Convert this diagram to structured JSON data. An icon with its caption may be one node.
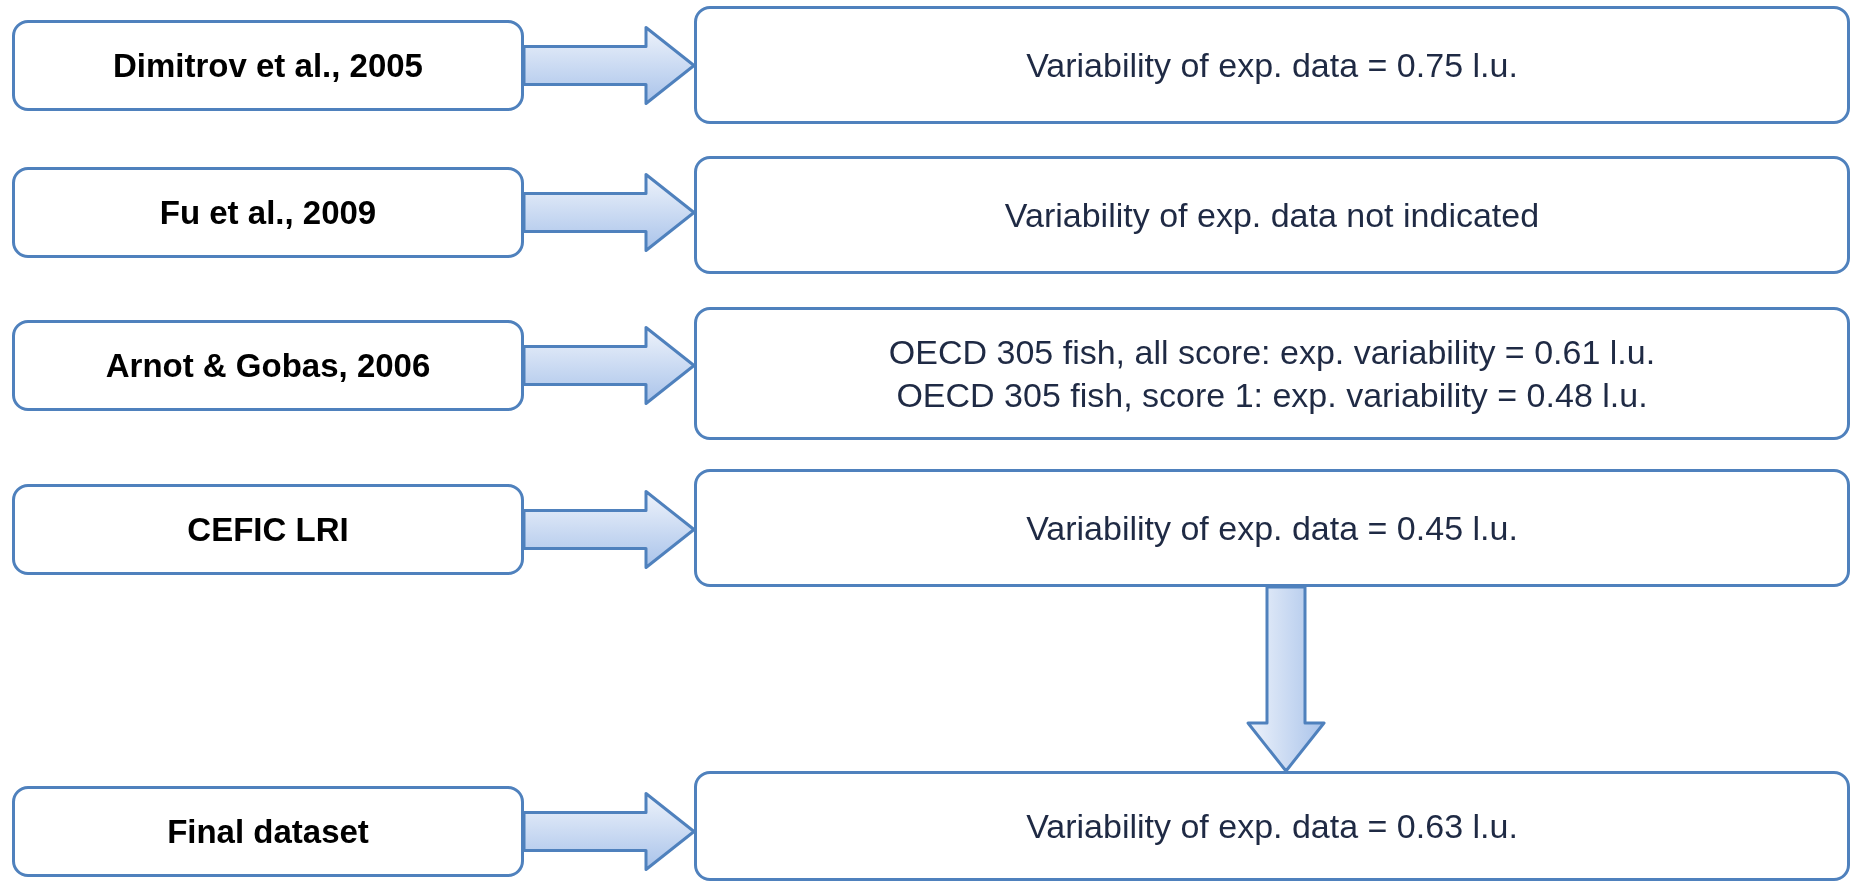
{
  "diagram": {
    "nodes": [
      {
        "text": [
          "Dimitrov et al., 2005"
        ]
      },
      {
        "text": [
          "Variability of exp. data = 0.75 l.u."
        ]
      },
      {
        "text": [
          "Fu et al., 2009"
        ]
      },
      {
        "text": [
          "Variability of exp. data not indicated"
        ]
      },
      {
        "text": [
          "Arnot & Gobas, 2006"
        ]
      },
      {
        "text": [
          "OECD 305 fish, all score: exp. variability = 0.61 l.u.",
          "OECD 305 fish, score 1: exp. variability = 0.48 l.u."
        ]
      },
      {
        "text": [
          "CEFIC LRI"
        ]
      },
      {
        "text": [
          "Variability of exp. data = 0.45 l.u."
        ]
      },
      {
        "text": [
          "Final dataset"
        ]
      },
      {
        "text": [
          "Variability of exp. data = 0.63 l.u."
        ]
      }
    ],
    "edges": [
      {
        "from": 0,
        "to": 1,
        "arrow": "to"
      },
      {
        "from": 2,
        "to": 3,
        "arrow": "to"
      },
      {
        "from": 4,
        "to": 5,
        "arrow": "to"
      },
      {
        "from": 6,
        "to": 7,
        "arrow": "to"
      },
      {
        "from": 7,
        "to": 9,
        "arrow": "to"
      },
      {
        "from": 8,
        "to": 9,
        "arrow": "to"
      }
    ]
  }
}
